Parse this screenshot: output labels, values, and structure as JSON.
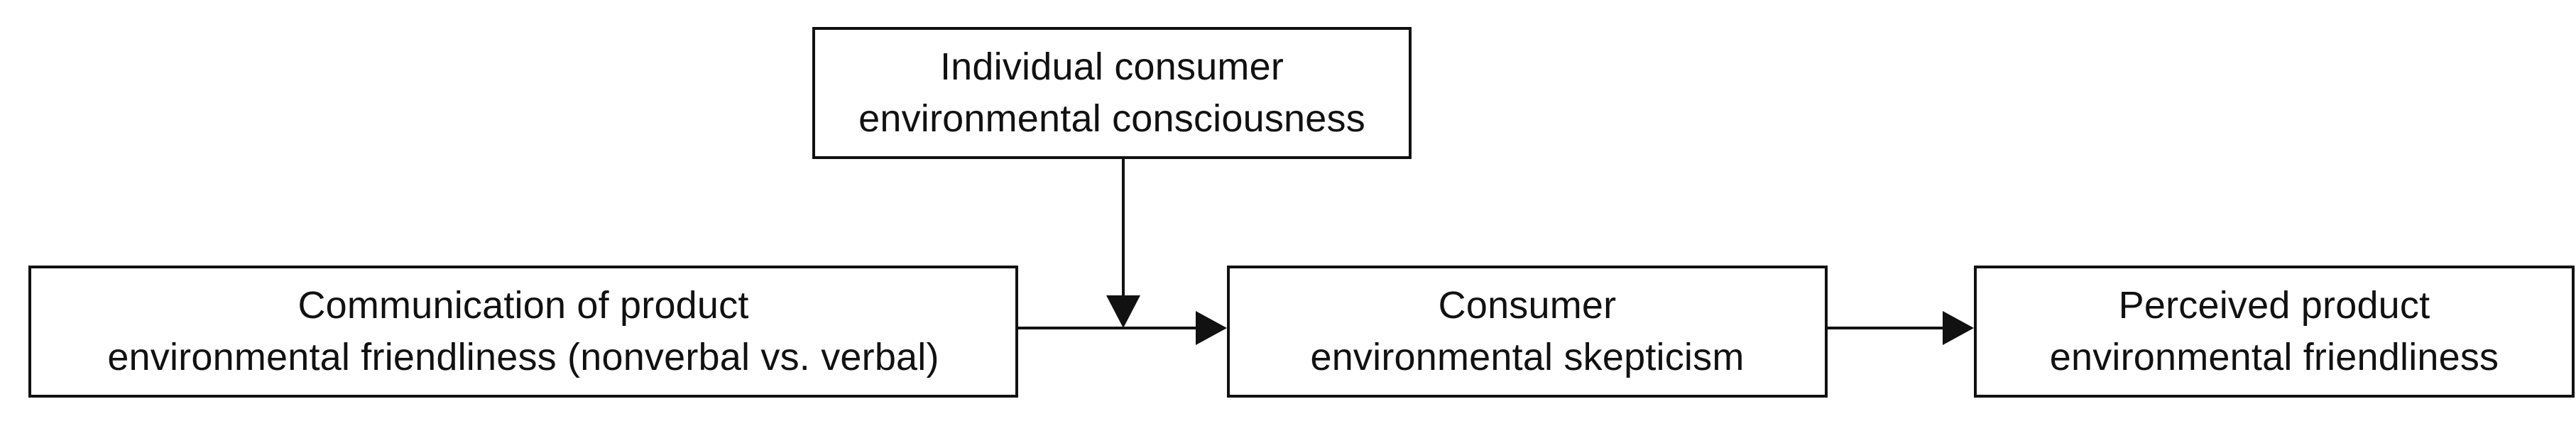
{
  "nodes": {
    "moderator": {
      "line1": "Individual consumer",
      "line2": "environmental consciousness"
    },
    "communication": {
      "line1": "Communication of product",
      "line2": "environmental friendliness (nonverbal vs. verbal)"
    },
    "skepticism": {
      "line1": "Consumer",
      "line2": "environmental skepticism"
    },
    "perceived": {
      "line1": "Perceived product",
      "line2": "environmental friendliness"
    }
  },
  "edges": [
    {
      "from": "communication",
      "to": "skepticism",
      "type": "effect"
    },
    {
      "from": "moderator",
      "to": "communication-skepticism-path",
      "type": "moderation"
    },
    {
      "from": "skepticism",
      "to": "perceived",
      "type": "effect"
    }
  ],
  "colors": {
    "stroke": "#111111",
    "background": "#ffffff"
  }
}
